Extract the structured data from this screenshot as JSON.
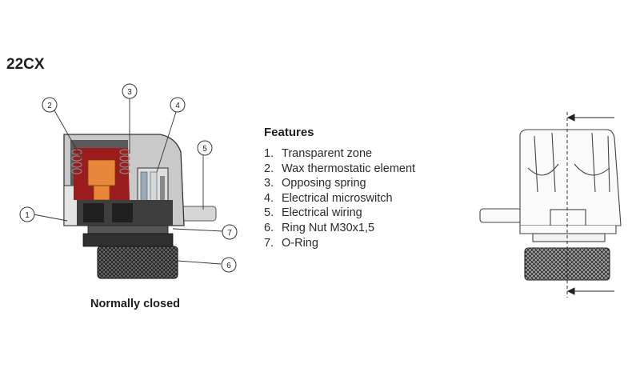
{
  "title": "22CX",
  "caption": "Normally closed",
  "features": {
    "heading": "Features",
    "items": [
      {
        "num": "1.",
        "label": "Transparent zone"
      },
      {
        "num": "2.",
        "label": "Wax thermostatic element"
      },
      {
        "num": "3.",
        "label": "Opposing spring"
      },
      {
        "num": "4.",
        "label": "Electrical microswitch"
      },
      {
        "num": "5.",
        "label": "Electrical wiring"
      },
      {
        "num": "6.",
        "label": "Ring Nut M30x1,5"
      },
      {
        "num": "7.",
        "label": "O-Ring"
      }
    ]
  },
  "callouts": [
    "1",
    "2",
    "3",
    "4",
    "5",
    "6",
    "7"
  ],
  "colors": {
    "wax_element": "#9b1c1c",
    "piston": "#e8873a",
    "housing": "#4a4a4a",
    "outline": "#333333"
  }
}
